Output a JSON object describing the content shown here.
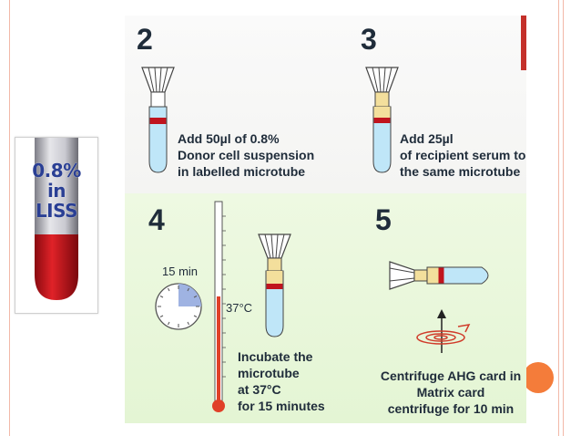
{
  "slide": {
    "tube_label": [
      "0.8%",
      "in",
      "LISS"
    ],
    "steps": [
      {
        "number": "2",
        "caption": [
          "Add 50µl of  0.8%",
          "Donor cell suspension",
          "in labelled microtube"
        ]
      },
      {
        "number": "3",
        "caption": [
          "Add 25µl",
          "of recipient serum to",
          "the same microtube"
        ]
      },
      {
        "number": "4",
        "timer_label": "15 min",
        "thermometer_label": "37°C",
        "caption": [
          "Incubate the",
          "microtube",
          "at 37°C",
          "for 15 minutes"
        ]
      },
      {
        "number": "5",
        "caption": [
          "Centrifuge  AHG card in",
          "Matrix card",
          "centrifuge for 10 min"
        ]
      }
    ]
  },
  "colors": {
    "accent_dot": "#f47c3a",
    "blood_red": "#c0141e",
    "serum_yellow": "#f3df9c",
    "tube_blue": "#bfe6f8"
  }
}
